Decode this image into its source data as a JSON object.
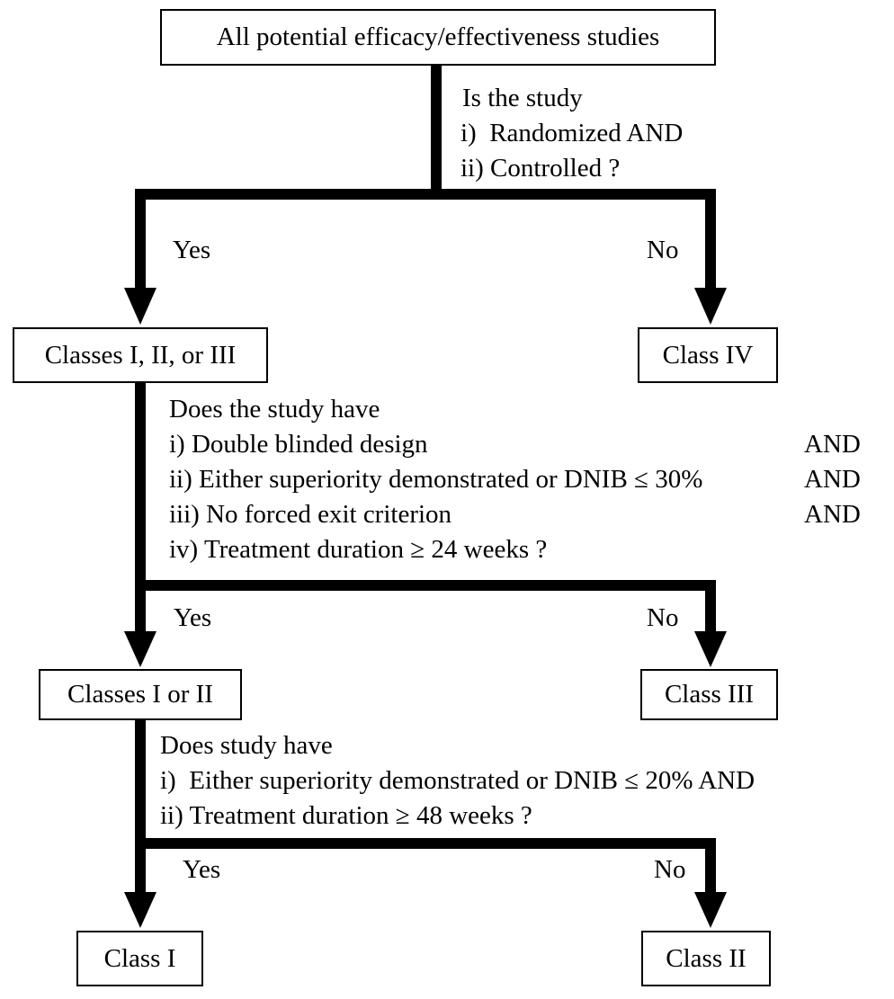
{
  "diagram": {
    "boxes": {
      "start": "All potential efficacy/effectiveness studies",
      "classes_123": "Classes I, II, or III",
      "class_iv": "Class IV",
      "classes_12": "Classes I or II",
      "class_iii": "Class III",
      "class_i": "Class I",
      "class_ii": "Class II"
    },
    "q1": {
      "lines": [
        "Is the study",
        "i)  Randomized AND",
        "ii) Controlled ?"
      ],
      "yes": "Yes",
      "no": "No"
    },
    "q2": {
      "lines": [
        "Does the study have",
        "i) Double blinded design",
        "ii) Either superiority demonstrated or DNIB ≤ 30%",
        "iii) No forced exit criterion",
        "iv) Treatment duration ≥ 24 weeks ?"
      ],
      "and_labels": [
        "AND",
        "AND",
        "AND"
      ],
      "yes": "Yes",
      "no": "No"
    },
    "q3": {
      "lines": [
        "Does study have",
        "i)  Either superiority demonstrated or DNIB ≤ 20% AND",
        "ii) Treatment duration ≥ 48 weeks ?"
      ],
      "yes": "Yes",
      "no": "No"
    }
  },
  "colors": {
    "stroke": "#000000",
    "background": "#ffffff"
  }
}
